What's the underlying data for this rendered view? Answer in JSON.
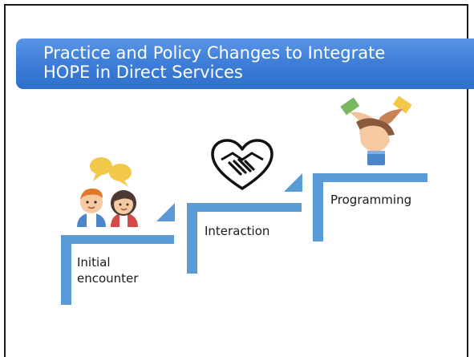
{
  "slide": {
    "title": "Practice and Policy Changes to Integrate\nHOPE in Direct Services"
  },
  "steps": [
    {
      "label": "Initial\nencounter",
      "icon": "people-talking-icon"
    },
    {
      "label": "Interaction",
      "icon": "handshake-heart-icon"
    },
    {
      "label": "Programming",
      "icon": "stacked-hands-icon"
    }
  ],
  "colors": {
    "title_bar": "#3f7fd9",
    "stairs": "#5b9bd5",
    "frame": "#1a1a1a"
  }
}
